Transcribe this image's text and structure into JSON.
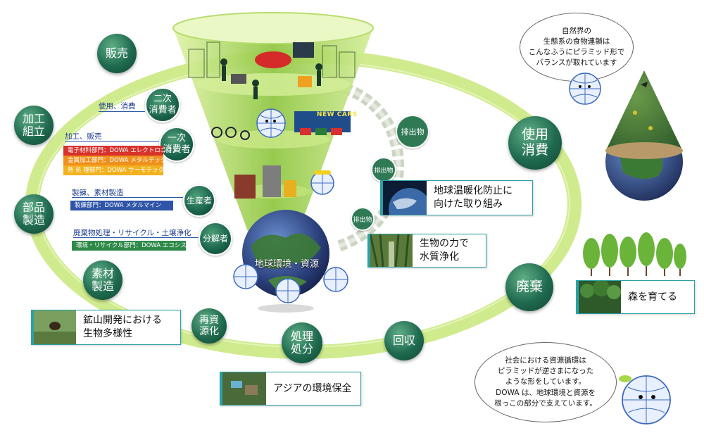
{
  "stages": {
    "sales": "販売",
    "processing_assembly": "加工\n組立",
    "parts_manufacturing": "部品\n製造",
    "material_manufacturing": "素材\n製造",
    "resource_recycling": "再資\n源化",
    "treatment_disposal": "処理\n処分",
    "collection": "回収",
    "disposal": "廃棄",
    "use_consumption": "使用\n消費"
  },
  "levels": {
    "secondary_consumer": "二次\n消費者",
    "primary_consumer": "一次\n消費者",
    "producer": "生産者",
    "decomposer": "分解者",
    "funnel_base": "地球環境・資源"
  },
  "level_labels": {
    "use_consumption": "使用、消費",
    "processing_sales": "加工、販売",
    "smelting_materials": "製錬、素材製造",
    "waste_recycling": "廃棄物処理・リサイクル・土壌浄化"
  },
  "divisions": {
    "electronics": "電子材料部門：DOWA エレクトロニクス",
    "metaltech": "金属加工部門：DOWA メタルテック",
    "thermotech": "熱 処 理部門：DOWA サーモテック",
    "metalmine": "製錬部門：DOWA メタルマイン",
    "ecosystem": "環境・リサイクル部門：DOWA エコシステム"
  },
  "discharge_labels": [
    "排出物",
    "排出物",
    "排出物"
  ],
  "cars_sign": "NEW CARS",
  "initiatives": {
    "global_warming": "地球温暖化防止に\n向けた取り組み",
    "water_purification": "生物の力で\n水質浄化",
    "forest": "森を育てる",
    "asia": "アジアの環境保全",
    "mine_biodiversity": "鉱山開発における\n生物多様性"
  },
  "bubbles": {
    "nature": "自然界の\n生態系の食物連鎖は\nこんなふうにピラミッド形で\nバランスが取れています",
    "society": "社会における資源循環は\nピラミッドが逆さまになった\nような形をしています。\nDOWA は、地球環境と資源を\n根っこの部分で支えています。"
  },
  "colors": {
    "stage_green": "#1f6a4f",
    "ring": "#c8e87a",
    "funnel": "#a8d84a",
    "label_blue": "#1e3d8f",
    "card_border": "#2aa0a8"
  }
}
